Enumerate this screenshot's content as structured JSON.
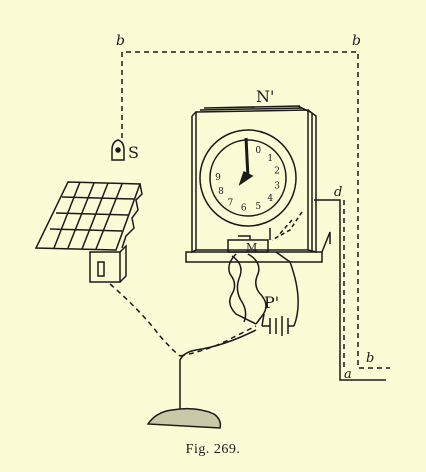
{
  "labels": {
    "b_left": "b",
    "b_right": "b",
    "b_lower": "b",
    "a_lower": "a",
    "d": "d",
    "n_prime": "N'",
    "s": "S",
    "m": "M",
    "p_prime": "P'"
  },
  "dial_digits": [
    "0",
    "1",
    "2",
    "3",
    "4",
    "5",
    "6",
    "7",
    "8",
    "9"
  ],
  "caption": "Fig. 269.",
  "colors": {
    "ink": "#1a1a1a",
    "paper": "#fbfbd6"
  }
}
